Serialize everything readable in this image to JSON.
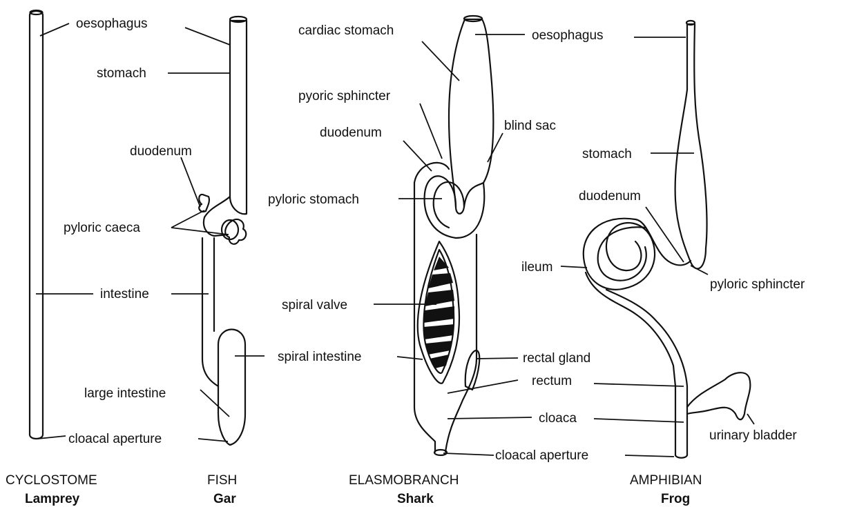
{
  "colors": {
    "ink": "#111111",
    "background": "#ffffff"
  },
  "labels": {
    "lamprey_oesophagus": "oesophagus",
    "gar_stomach": "stomach",
    "gar_duodenum": "duodenum",
    "gar_pyloric_caeca": "pyloric caeca",
    "gar_intestine": "intestine",
    "gar_spiral_intestine": "spiral intestine",
    "gar_large_intestine": "large intestine",
    "gar_cloacal_aperture": "cloacal aperture",
    "shark_cardiac_stomach": "cardiac stomach",
    "shark_pyoric_sphincter": "pyoric sphincter",
    "shark_duodenum": "duodenum",
    "shark_pyloric_stomach": "pyloric stomach",
    "shark_spiral_valve": "spiral valve",
    "shark_blind_sac": "blind sac",
    "shark_rectal_gland": "rectal gland",
    "shark_rectum": "rectum",
    "shark_cloaca": "cloaca",
    "shark_cloacal_aperture": "cloacal aperture",
    "frog_oesophagus": "oesophagus",
    "frog_stomach": "stomach",
    "frog_duodenum": "duodenum",
    "frog_ileum": "ileum",
    "frog_pyloric_sphincter": "pyloric sphincter",
    "frog_urinary_bladder": "urinary bladder"
  },
  "captions": {
    "cyclostome": {
      "group": "CYCLOSTOME",
      "animal": "Lamprey"
    },
    "fish": {
      "group": "FISH",
      "animal": "Gar"
    },
    "elasmobranch": {
      "group": "ELASMOBRANCH",
      "animal": "Shark"
    },
    "amphibian": {
      "group": "AMPHIBIAN",
      "animal": "Frog"
    }
  }
}
